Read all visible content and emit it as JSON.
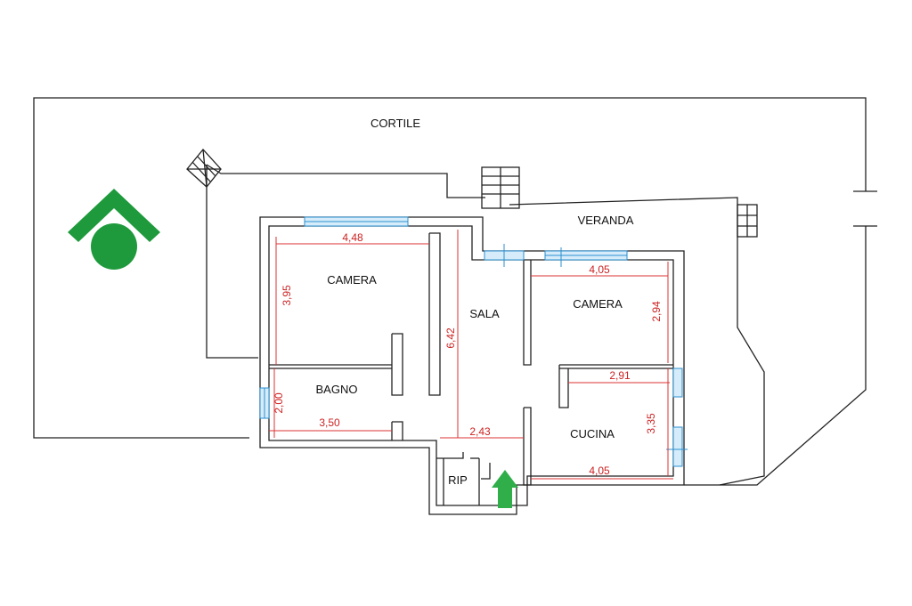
{
  "areas": {
    "cortile": "CORTILE",
    "veranda": "VERANDA"
  },
  "rooms": {
    "camera_left": "CAMERA",
    "camera_right": "CAMERA",
    "sala": "SALA",
    "bagno": "BAGNO",
    "cucina": "CUCINA",
    "rip": "RIP"
  },
  "dimensions": {
    "camera_left_width": "4,48",
    "camera_left_depth": "3,95",
    "sala_depth": "6,42",
    "sala_width": "2,43",
    "bagno_depth": "2,00",
    "bagno_width": "3,50",
    "camera_right_width": "4,05",
    "camera_right_depth": "2,94",
    "cucina_width_top": "2,91",
    "cucina_depth": "3,35",
    "cucina_width_bottom": "4,05"
  },
  "icons": {
    "logo": "green-house-logo-icon",
    "entrance": "green-up-arrow-icon",
    "stairs": "stairs-icon"
  },
  "colors": {
    "walls": "#222222",
    "dimensions": "#dd3333",
    "windows": "#2a8fd0",
    "logo": "#1e9a3c",
    "entrance_arrow": "#2fae4a"
  }
}
